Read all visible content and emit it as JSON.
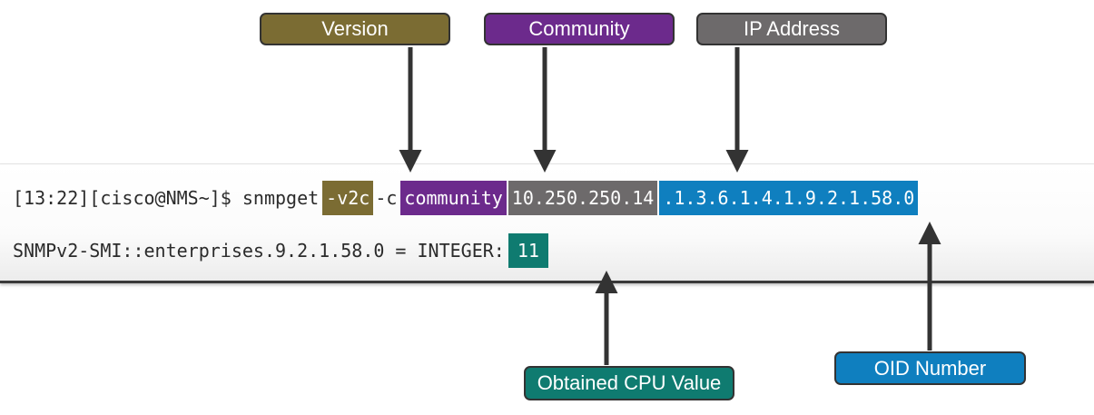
{
  "labels": {
    "version": "Version",
    "community": "Community",
    "ip_address": "IP Address",
    "cpu_value": "Obtained CPU Value",
    "oid_number": "OID Number"
  },
  "command": {
    "prompt": "[13:22][cisco@NMS~]$ snmpget",
    "version_flag": "-v2c",
    "community_flag": "-c",
    "community": "community",
    "ip_address": "10.250.250.14",
    "oid": ".1.3.6.1.4.1.9.2.1.58.0"
  },
  "output": {
    "text": "SNMPv2-SMI::enterprises.9.2.1.58.0 = INTEGER:",
    "value": "11"
  },
  "colors": {
    "version": "#7b6c33",
    "community": "#6c2a8c",
    "ip_address": "#6d6a6b",
    "oid": "#0f7fbf",
    "cpu_value": "#0f7b70",
    "arrow": "#333333"
  }
}
